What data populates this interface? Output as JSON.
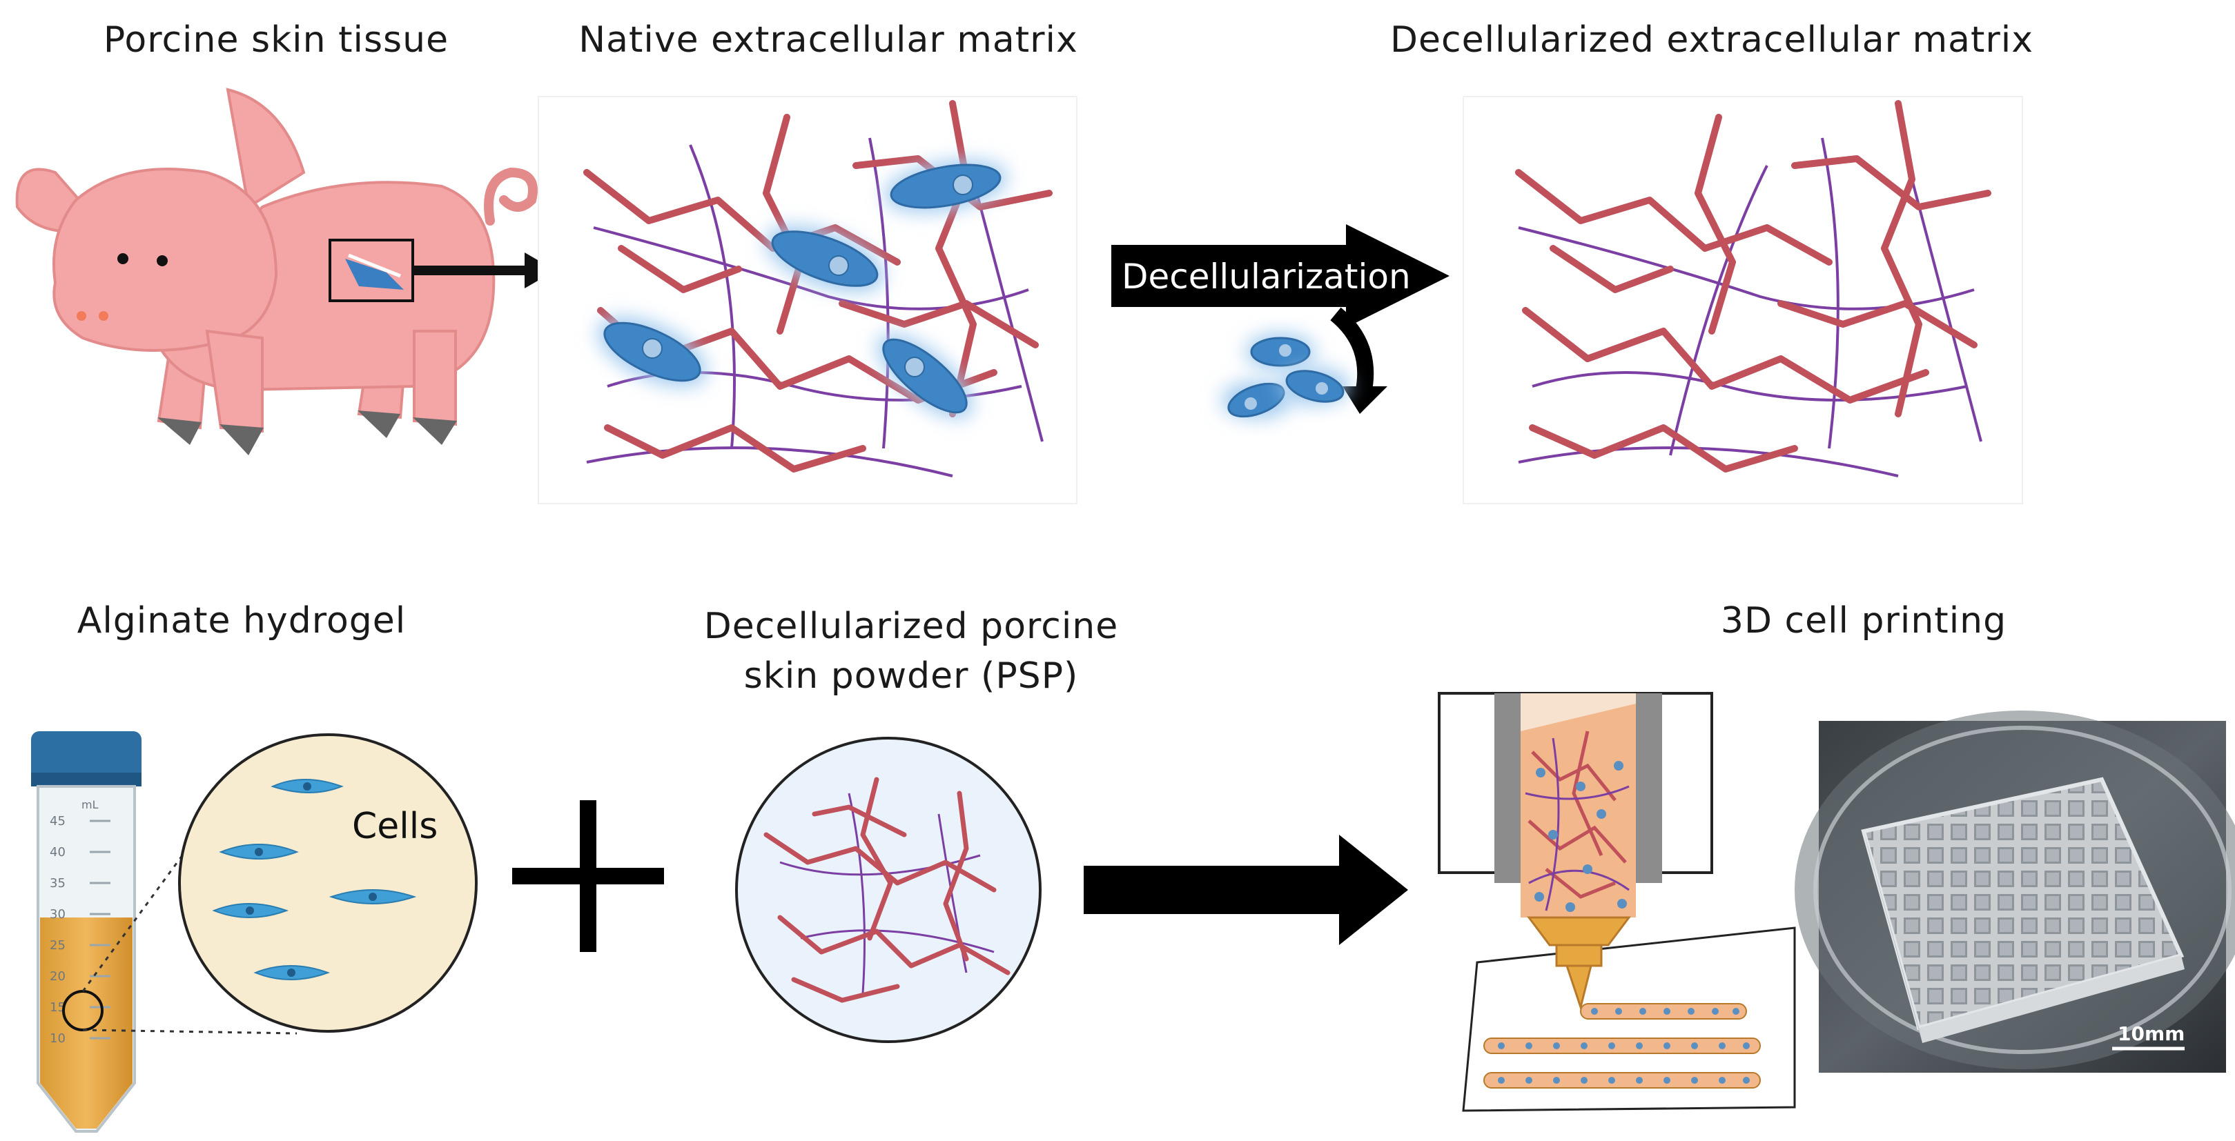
{
  "top_row": {
    "pig_label": "Porcine skin tissue",
    "native_label": "Native extracellular matrix",
    "decell_label": "Decellularized extracellular matrix",
    "arrow_label": "Decellularization"
  },
  "bottom_row": {
    "alginate_label": "Alginate hydrogel",
    "cells_label": "Cells",
    "psp_label": "Decellularized porcine skin powder (PSP)",
    "printing_label": "3D cell printing",
    "scale_bar_label": "10mm"
  },
  "tube_marks": [
    "45",
    "40",
    "35",
    "30",
    "25",
    "20",
    "15",
    "10"
  ],
  "tube_unit": "mL",
  "colors": {
    "pig": "#f4a6a6",
    "pig_outline": "#e38b8b",
    "fiber_red": "#c0505a",
    "fiber_purple": "#7b3fa3",
    "cell_blue": "#3f86c6",
    "cell_glow": "#9cc8ee",
    "gel_orange": "#e6a640",
    "tube_cap": "#2b6fa3",
    "print_orange": "#f2b78a"
  }
}
